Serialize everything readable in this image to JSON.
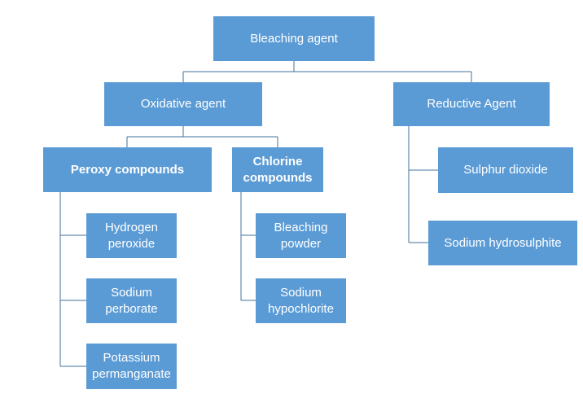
{
  "diagram": {
    "root": {
      "label": "Bleaching agent"
    },
    "oxidative": {
      "label": "Oxidative agent"
    },
    "reductive": {
      "label": "Reductive Agent"
    },
    "peroxy": {
      "label": "Peroxy compounds"
    },
    "chlorine": {
      "label": "Chlorine\ncompounds"
    },
    "hydrogen_peroxide": {
      "label": "Hydrogen\nperoxide"
    },
    "sodium_perborate": {
      "label": "Sodium\nperborate"
    },
    "potassium_permanganate": {
      "label": "Potassium\npermanganate"
    },
    "bleaching_powder": {
      "label": "Bleaching\npowder"
    },
    "sodium_hypochlorite": {
      "label": "Sodium\nhypochlorite"
    },
    "sulphur_dioxide": {
      "label": "Sulphur dioxide"
    },
    "sodium_hydrosulphite": {
      "label": "Sodium hydrosulphite"
    }
  },
  "colors": {
    "node_fill": "#5b9bd5",
    "node_text": "#ffffff",
    "connector": "#41719c"
  }
}
